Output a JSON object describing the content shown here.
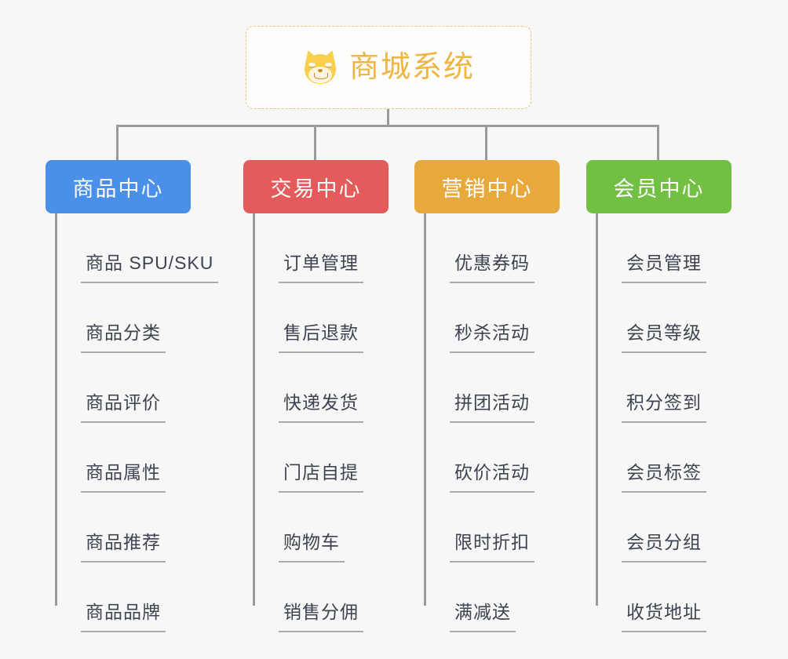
{
  "root": {
    "title": "商城系统",
    "icon": "shiba-inu-icon",
    "border_color": "#e9c477",
    "text_color": "#f0b443"
  },
  "theme": {
    "background": "#f7f7f7",
    "connector_color": "#9a9a9a",
    "leaf_text_color": "#3d4450",
    "leaf_underline_color": "#aaaaaa"
  },
  "columns": [
    {
      "title": "商品中心",
      "color": "#4a90e8",
      "items": [
        "商品 SPU/SKU",
        "商品分类",
        "商品评价",
        "商品属性",
        "商品推荐",
        "商品品牌"
      ]
    },
    {
      "title": "交易中心",
      "color": "#e35b5b",
      "items": [
        "订单管理",
        "售后退款",
        "快递发货",
        "门店自提",
        "购物车",
        "销售分佣"
      ]
    },
    {
      "title": "营销中心",
      "color": "#e8a93c",
      "items": [
        "优惠券码",
        "秒杀活动",
        "拼团活动",
        "砍价活动",
        "限时折扣",
        "满减送"
      ]
    },
    {
      "title": "会员中心",
      "color": "#72c043",
      "items": [
        "会员管理",
        "会员等级",
        "积分签到",
        "会员标签",
        "会员分组",
        "收货地址"
      ]
    }
  ]
}
